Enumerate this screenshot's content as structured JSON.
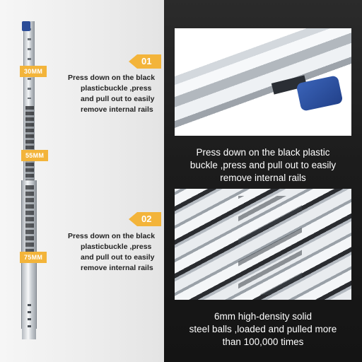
{
  "tags": {
    "t30": "30MM",
    "t55": "55MM",
    "t75": "75MM"
  },
  "badges": {
    "b1": "01",
    "b2": "02"
  },
  "step1": {
    "lines": [
      "Press down on the black",
      "plasticbuckle ,press",
      "and pull out to easily",
      "remove internal rails"
    ]
  },
  "step2": {
    "lines": [
      "Press down on the black",
      "plasticbuckle ,press",
      "and pull out to easily",
      "remove internal rails"
    ]
  },
  "caption1": {
    "lines": [
      "Press down on the black plastic",
      "buckle ,press and pull out to easily",
      "remove internal rails"
    ]
  },
  "caption2": {
    "lines": [
      "6mm high-density solid",
      "steel balls ,loaded and pulled more",
      "than 100,000 times"
    ]
  },
  "colors": {
    "accent": "#f3b43a",
    "buckle": "#2c4d98",
    "dark_panel": "#1c1c1c"
  }
}
